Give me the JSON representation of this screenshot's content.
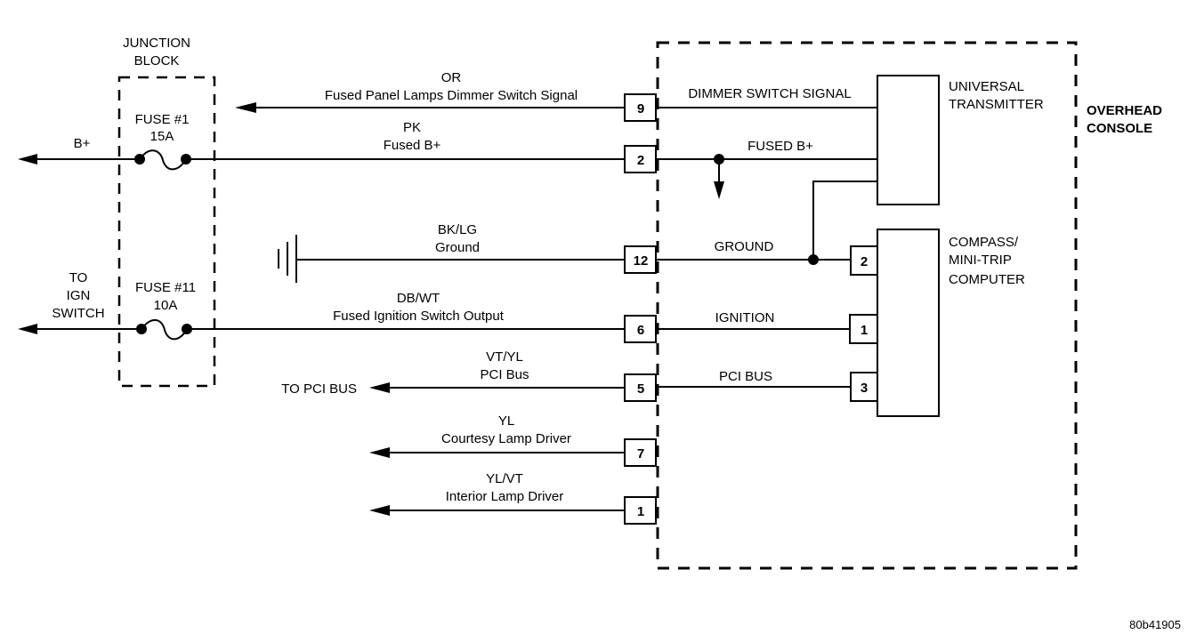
{
  "junction_block": {
    "title_line1": "JUNCTION",
    "title_line2": "BLOCK",
    "fuses": [
      {
        "name_line": "FUSE #1",
        "rating": "15A"
      },
      {
        "name_line": "FUSE #11",
        "rating": "10A"
      }
    ]
  },
  "left_labels": {
    "b_plus": "B+",
    "ign_line1": "TO",
    "ign_line2": "IGN",
    "ign_line3": "SWITCH",
    "pci_bus": "TO PCI BUS"
  },
  "circuits": [
    {
      "color": "OR",
      "description": "Fused Panel Lamps Dimmer Switch Signal",
      "pin": "9"
    },
    {
      "color": "PK",
      "description": "Fused B+",
      "pin": "2"
    },
    {
      "color": "BK/LG",
      "description": "Ground",
      "pin": "12"
    },
    {
      "color": "DB/WT",
      "description": "Fused Ignition Switch Output",
      "pin": "6"
    },
    {
      "color": "VT/YL",
      "description": "PCI Bus",
      "pin": "5"
    },
    {
      "color": "YL",
      "description": "Courtesy Lamp Driver",
      "pin": "7"
    },
    {
      "color": "YL/VT",
      "description": "Interior Lamp Driver",
      "pin": "1"
    }
  ],
  "overhead_console": {
    "title_line1": "OVERHEAD",
    "title_line2": "CONSOLE",
    "internal_labels": {
      "dimmer": "DIMMER SWITCH SIGNAL",
      "fused_b": "FUSED B+",
      "ground": "GROUND",
      "ignition": "IGNITION",
      "pci_bus": "PCI BUS"
    },
    "universal_transmitter": {
      "line1": "UNIVERSAL",
      "line2": "TRANSMITTER"
    },
    "compass": {
      "line1": "COMPASS/",
      "line2": "MINI-TRIP",
      "line3": "COMPUTER",
      "pins": [
        "2",
        "1",
        "3"
      ]
    }
  },
  "figure_id": "80b41905"
}
